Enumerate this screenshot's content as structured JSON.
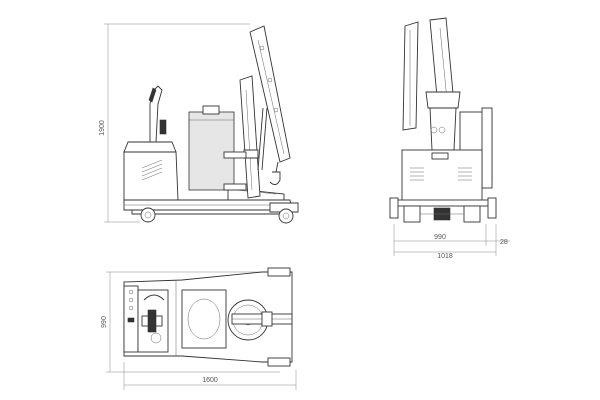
{
  "dimensions": {
    "side_height": "1900",
    "front_width_inner": "990",
    "front_offset": "28",
    "front_width_total": "1018",
    "top_width": "990",
    "top_length": "1600"
  }
}
